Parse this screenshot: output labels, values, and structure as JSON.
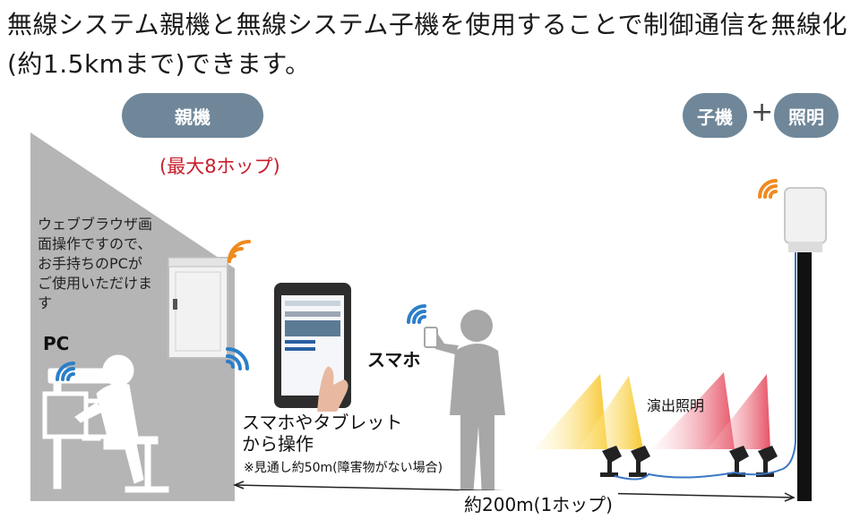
{
  "headline": "無線システム親機と無線システム子機を使用することで制御通信を無線化(約1.5kmまで)できます。",
  "labels": {
    "parent": "親機",
    "child": "子機",
    "plus": "+",
    "lighting": "照明",
    "max_hop": "(最大8ホップ)",
    "pc_note": "ウェブブラウザ画面操作ですので、お手持ちのPCがご使用いただけます",
    "pc": "PC",
    "smartphone": "スマホ",
    "tablet_ops": "スマホやタブレットから操作",
    "line_of_sight": "※見通し約50m(障害物がない場合)",
    "effect_lighting": "演出照明",
    "distance": "約200m(1ホップ)"
  },
  "colors": {
    "pill": "#6f8799",
    "accent_red": "#c81e2d",
    "wifi_orange": "#f08a1e",
    "wifi_blue": "#2a7fc9",
    "gray_figure": "#a7a7a7",
    "cable_blue": "#3a77c6",
    "pole": "#111111"
  },
  "icons": [
    "wifi-icon",
    "pc-user-icon",
    "tablet-icon",
    "smartphone-user-icon",
    "spotlight-icon",
    "antenna-box-icon",
    "cabinet-icon"
  ]
}
